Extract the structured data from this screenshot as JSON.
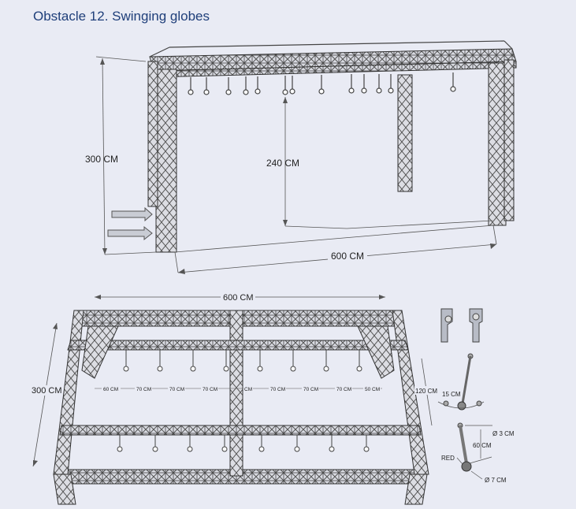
{
  "title": "Obstacle 12. Swinging globes",
  "top_view": {
    "height_label": "300 CM",
    "clearance_label": "240 CM",
    "length_label": "600 CM"
  },
  "bottom_view": {
    "length_label": "600 CM",
    "depth_label": "300 CM",
    "spacing_labels": [
      "60 CM",
      "70 CM",
      "70 CM",
      "70 CM",
      "CM",
      "70 CM",
      "70 CM",
      "70 CM",
      "50 CM"
    ],
    "side_label": "120 CM"
  },
  "detail": {
    "swing_label": "15 CM",
    "rod_length_label": "60 CM",
    "rod_diameter_label": "Ø 3 CM",
    "ball_diameter_label": "Ø 7 CM",
    "ball_color_label": "RED"
  }
}
